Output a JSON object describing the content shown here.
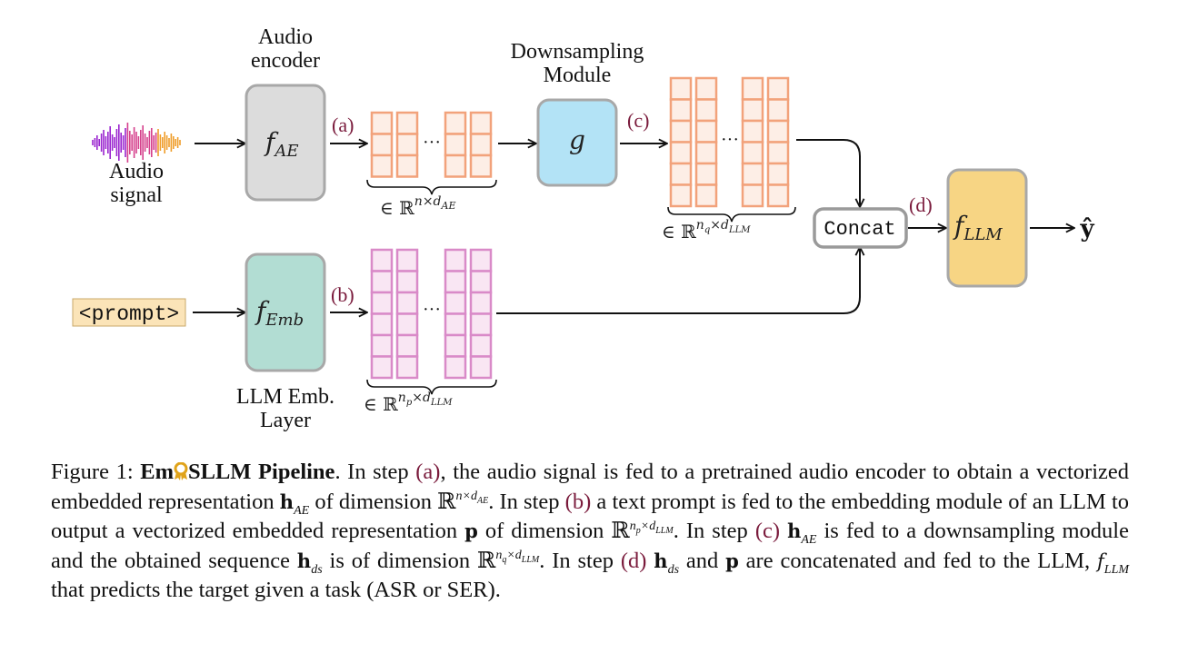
{
  "diagram": {
    "audio_encoder_label": [
      "Audio",
      "encoder"
    ],
    "audio_signal_label": [
      "Audio",
      "signal"
    ],
    "f_ae": {
      "base": "f",
      "sub": "AE"
    },
    "g": "g",
    "downsampling_label": [
      "Downsampling",
      "Module"
    ],
    "f_emb": {
      "base": "f",
      "sub": "Emb"
    },
    "llm_emb_label": [
      "LLM Emb.",
      "Layer"
    ],
    "f_llm": {
      "base": "f",
      "sub": "LLM"
    },
    "concat": "Concat",
    "prompt": "<prompt>",
    "output": "ŷ",
    "ellipsis": "···",
    "steps": {
      "a": "(a)",
      "b": "(b)",
      "c": "(c)",
      "d": "(d)"
    },
    "dims": {
      "ae": {
        "prefix": "∈ ℝ",
        "sup": "n×d",
        "sup_sub": "AE"
      },
      "p": {
        "prefix": "∈ ℝ",
        "sup": "n",
        "sup_sub1": "p",
        "mid": "×d",
        "sup_sub2": "LLM"
      },
      "q": {
        "prefix": "∈ ℝ",
        "sup": "n",
        "sup_sub1": "q",
        "mid": "×d",
        "sup_sub2": "LLM"
      }
    },
    "colors": {
      "audio_encoder_fill": "#dcdcdc",
      "downsampling_fill": "#b3e3f6",
      "emb_fill": "#b2ddd3",
      "llm_fill": "#f7d584",
      "prompt_fill": "#fbe4b8",
      "orange_token": "#f2a27b",
      "pink_token": "#d98ac8"
    }
  },
  "caption": {
    "figure_label": "Figure 1:",
    "title_part1": "Em",
    "title_part2": "SLLM Pipeline",
    "s1": ". In step ",
    "ref_a": "(a)",
    "s2": ", the audio signal is fed to a pretrained audio encoder to obtain a vectorized embedded representation ",
    "h": "h",
    "ae": "AE",
    "s3": " of dimension ℝ",
    "dim_ae": "n×d",
    "dim_ae_sub": "AE",
    "s4": ". In step ",
    "ref_b": "(b)",
    "s5": " a text prompt is fed to the embedding module of an LLM to output a vectorized embedded representation ",
    "p": "p",
    "s6": " of dimension ℝ",
    "dim_p": "n",
    "dim_p_sub": "p",
    "dim_p_mid": "×d",
    "dim_p_sub2": "LLM",
    "s7": ". In step ",
    "ref_c": "(c)",
    "s8": " is fed to a downsampling module and the obtained sequence ",
    "ds": "ds",
    "s9": " is of dimension ℝ",
    "dim_q": "n",
    "dim_q_sub": "q",
    "dim_q_mid": "×d",
    "dim_q_sub2": "LLM",
    "s10": ". In step ",
    "ref_d": "(d)",
    "s11": " and ",
    "s12": " are concatenated and fed to the LLM, ",
    "f": "f",
    "llm": "LLM",
    "s13": " that predicts the target given a task (ASR or SER)."
  }
}
